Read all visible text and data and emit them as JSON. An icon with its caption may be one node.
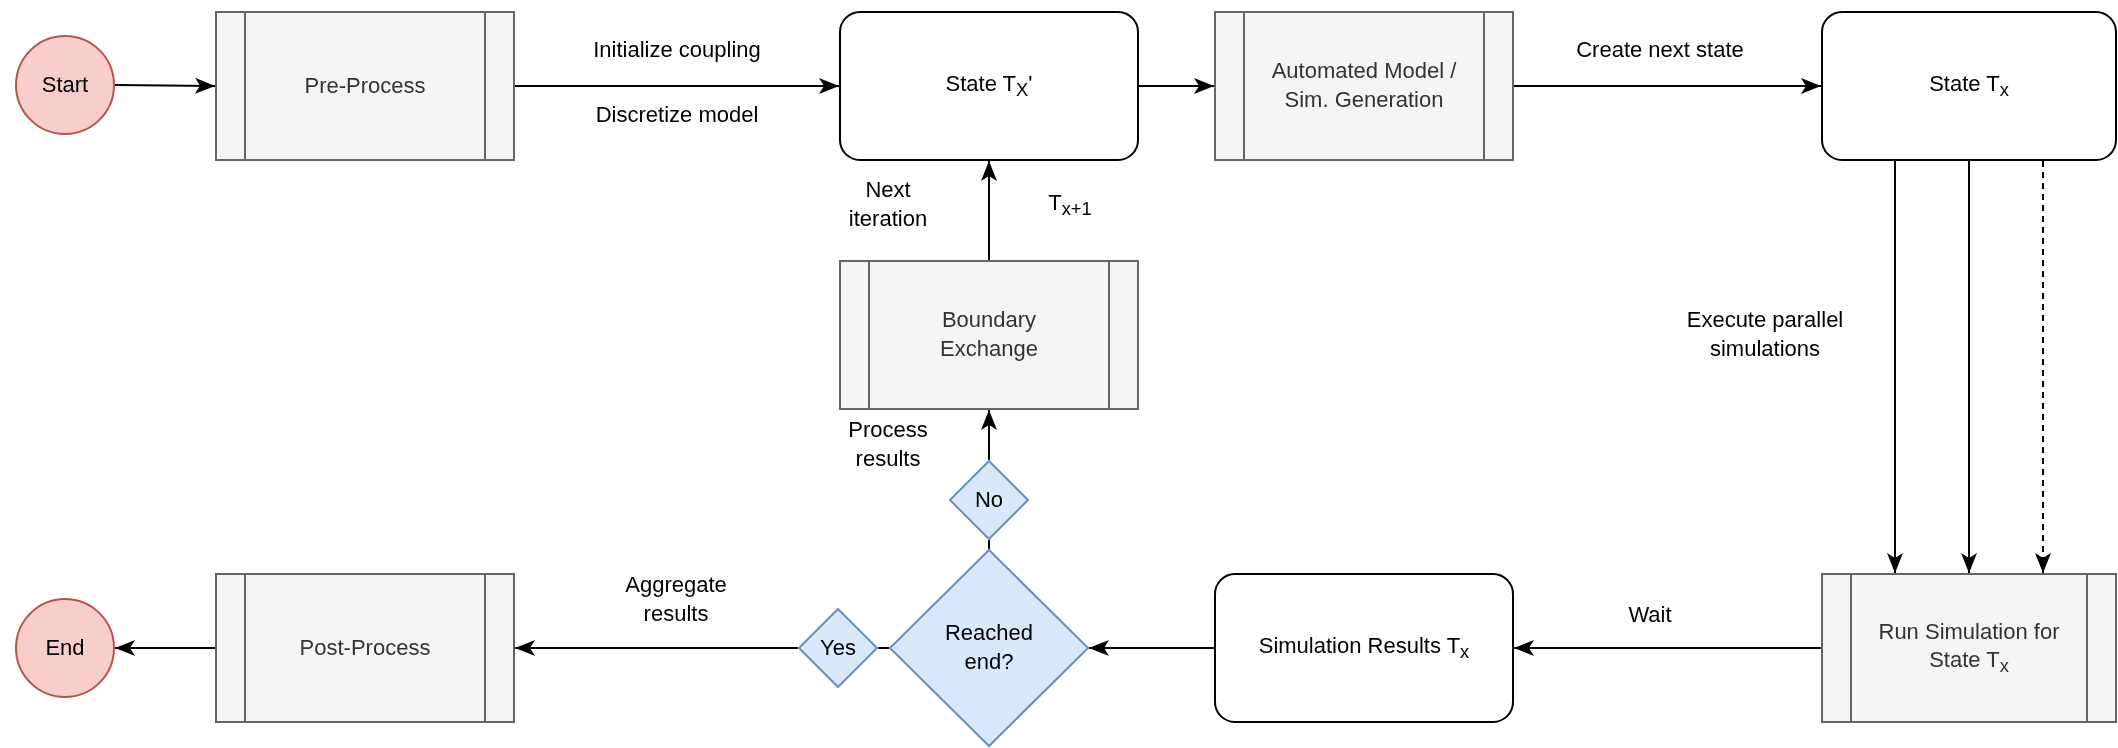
{
  "diagram": {
    "nodes": [
      {
        "text": [
          "Start"
        ]
      },
      {
        "text": [
          "Pre-Process"
        ]
      },
      {
        "text": [
          "State T$_{X}$'"
        ]
      },
      {
        "text": [
          "Automated Model / Sim. Generation"
        ]
      },
      {
        "text": [
          "State T$_{x}$"
        ]
      },
      {
        "text": [
          "Boundary Exchange"
        ]
      },
      {
        "text": [
          "No"
        ]
      },
      {
        "text": [
          "Reached end?"
        ]
      },
      {
        "text": [
          "Yes"
        ]
      },
      {
        "text": [
          "Post-Process"
        ]
      },
      {
        "text": [
          "End"
        ]
      },
      {
        "text": [
          "Simulation Results T$_{x}$"
        ]
      },
      {
        "text": [
          "Run Simulation for State T$_{x}$"
        ]
      }
    ],
    "edges": [
      {
        "from": 0,
        "to": 1,
        "arrow": "to"
      },
      {
        "from": 1,
        "to": 2,
        "arrow": "to",
        "label": "Initialize coupling"
      },
      {
        "from": 2,
        "to": 3,
        "arrow": "to"
      },
      {
        "from": 3,
        "to": 4,
        "arrow": "to",
        "label": "Create next state"
      },
      {
        "from": 4,
        "to": 12,
        "arrow": "to",
        "label": "Execute parallel simulations"
      },
      {
        "from": 4,
        "to": 12,
        "arrow": "to"
      },
      {
        "from": 4,
        "to": 12,
        "arrow": "to",
        "style": "dashed"
      },
      {
        "from": 12,
        "to": 11,
        "arrow": "to",
        "label": "Wait"
      },
      {
        "from": 11,
        "to": 7,
        "arrow": "to"
      },
      {
        "from": 7,
        "to": 6,
        "arrow": "none"
      },
      {
        "from": 6,
        "to": 5,
        "arrow": "to",
        "label": "Process results"
      },
      {
        "from": 5,
        "to": 2,
        "arrow": "to",
        "label": "Next iteration"
      },
      {
        "from": 7,
        "to": 8,
        "arrow": "none"
      },
      {
        "from": 8,
        "to": 9,
        "arrow": "to",
        "label": "Aggregate results"
      },
      {
        "from": 9,
        "to": 10,
        "arrow": "to"
      }
    ],
    "labels": [
      "Discretize model",
      "T$_{x+1}$"
    ]
  }
}
